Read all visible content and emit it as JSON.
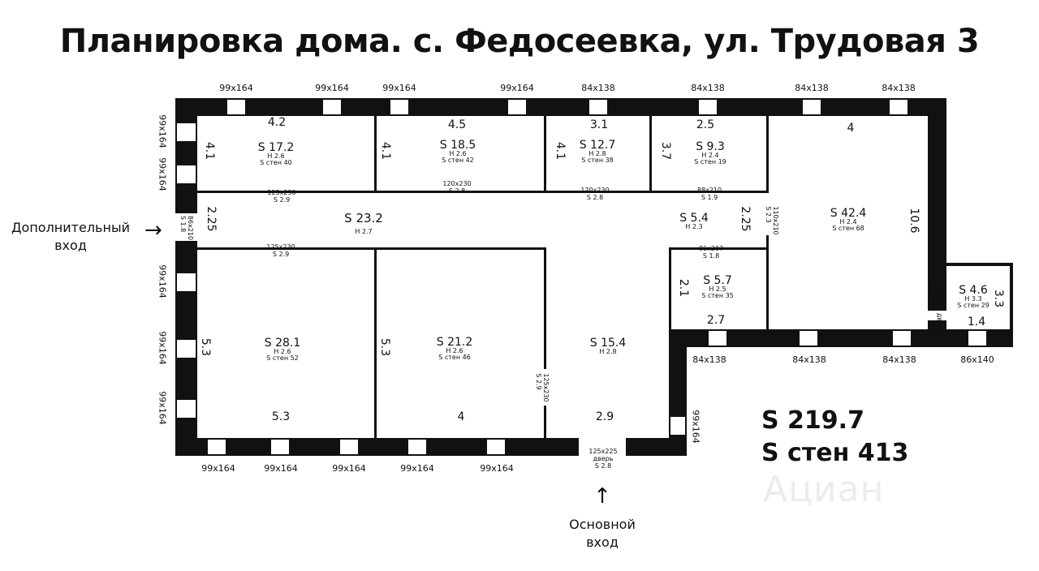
{
  "title": "Планировка дома. с. Федосеевка, ул. Трудовая 3",
  "windows": {
    "w99": "99x164",
    "w84": "84x138",
    "w86": "86x140"
  },
  "openings": {
    "o1": "125x230",
    "o1s": "S  2.9",
    "o2": "120x230",
    "o2s": "S  2.8",
    "o3": "120x230",
    "o3s": "S  2.8",
    "o4": "88x210",
    "o4s": "S  1.9",
    "o5": "125x230",
    "o5s": "S  2.9",
    "o6": "86x207",
    "o6s": "S  1.8",
    "o7": "125x230",
    "o7s": "S  2.9",
    "o8": "110x210",
    "o8s": "S  2.3",
    "o9": "96x200 дверь",
    "o9s": "S 1.92",
    "o10": "86x210",
    "o10s": "S  1.8",
    "door_main": "125x225",
    "door_word": "дверь",
    "door_main_s": "S  2.8"
  },
  "rooms": [
    {
      "s": "S  17.2",
      "h": "H  2.6",
      "w": "S стен  40"
    },
    {
      "s": "S  18.5",
      "h": "H  2.6",
      "w": "S стен  42"
    },
    {
      "s": "S  12.7",
      "h": "H  2.8",
      "w": "S стен  38"
    },
    {
      "s": "S  9.3",
      "h": "H  2.4",
      "w": "S стен  19"
    },
    {
      "s": "S  42.4",
      "h": "H  2.4",
      "w": "S стен  68"
    },
    {
      "s": "S  23.2",
      "h": "H  2.7"
    },
    {
      "s": "S  5.4",
      "h": "H  2.3"
    },
    {
      "s": "S  5.7",
      "h": "H  2.5",
      "w": "S стен  35"
    },
    {
      "s": "S  4.6",
      "h": "H  3.3",
      "w": "S стен  29"
    },
    {
      "s": "S  28.1",
      "h": "H  2.6",
      "w": "S стен  52"
    },
    {
      "s": "S  21.2",
      "h": "H  2.6",
      "w": "S стен  46"
    },
    {
      "s": "S  15.4",
      "h": "H  2.8"
    }
  ],
  "dims": {
    "d42": "4.2",
    "d45": "4.5",
    "d31": "3.1",
    "d25": "2.5",
    "d4": "4",
    "d41a": "4.1",
    "d41b": "4.1",
    "d41c": "4.1",
    "d37": "3.7",
    "d225a": "2.25",
    "d225b": "2.25",
    "d106": "10.6",
    "d21": "2.1",
    "d27": "2.7",
    "d33": "3.3",
    "d14": "1.4",
    "d53a": "5.3",
    "d53b": "5.3",
    "d53c": "5.3",
    "d4b": "4",
    "d29": "2.9"
  },
  "entries": {
    "extra_line1": "Дополнительный",
    "extra_line2": "вход",
    "main_line1": "Основной",
    "main_line2": "вход",
    "arrow_right": "→",
    "arrow_up": "↑"
  },
  "totals": {
    "area": "S 219.7",
    "walls": "S стен  413"
  },
  "watermark": "Ациан",
  "colors": {
    "wall": "#111111",
    "window": "#ffffff",
    "background": "#ffffff"
  }
}
